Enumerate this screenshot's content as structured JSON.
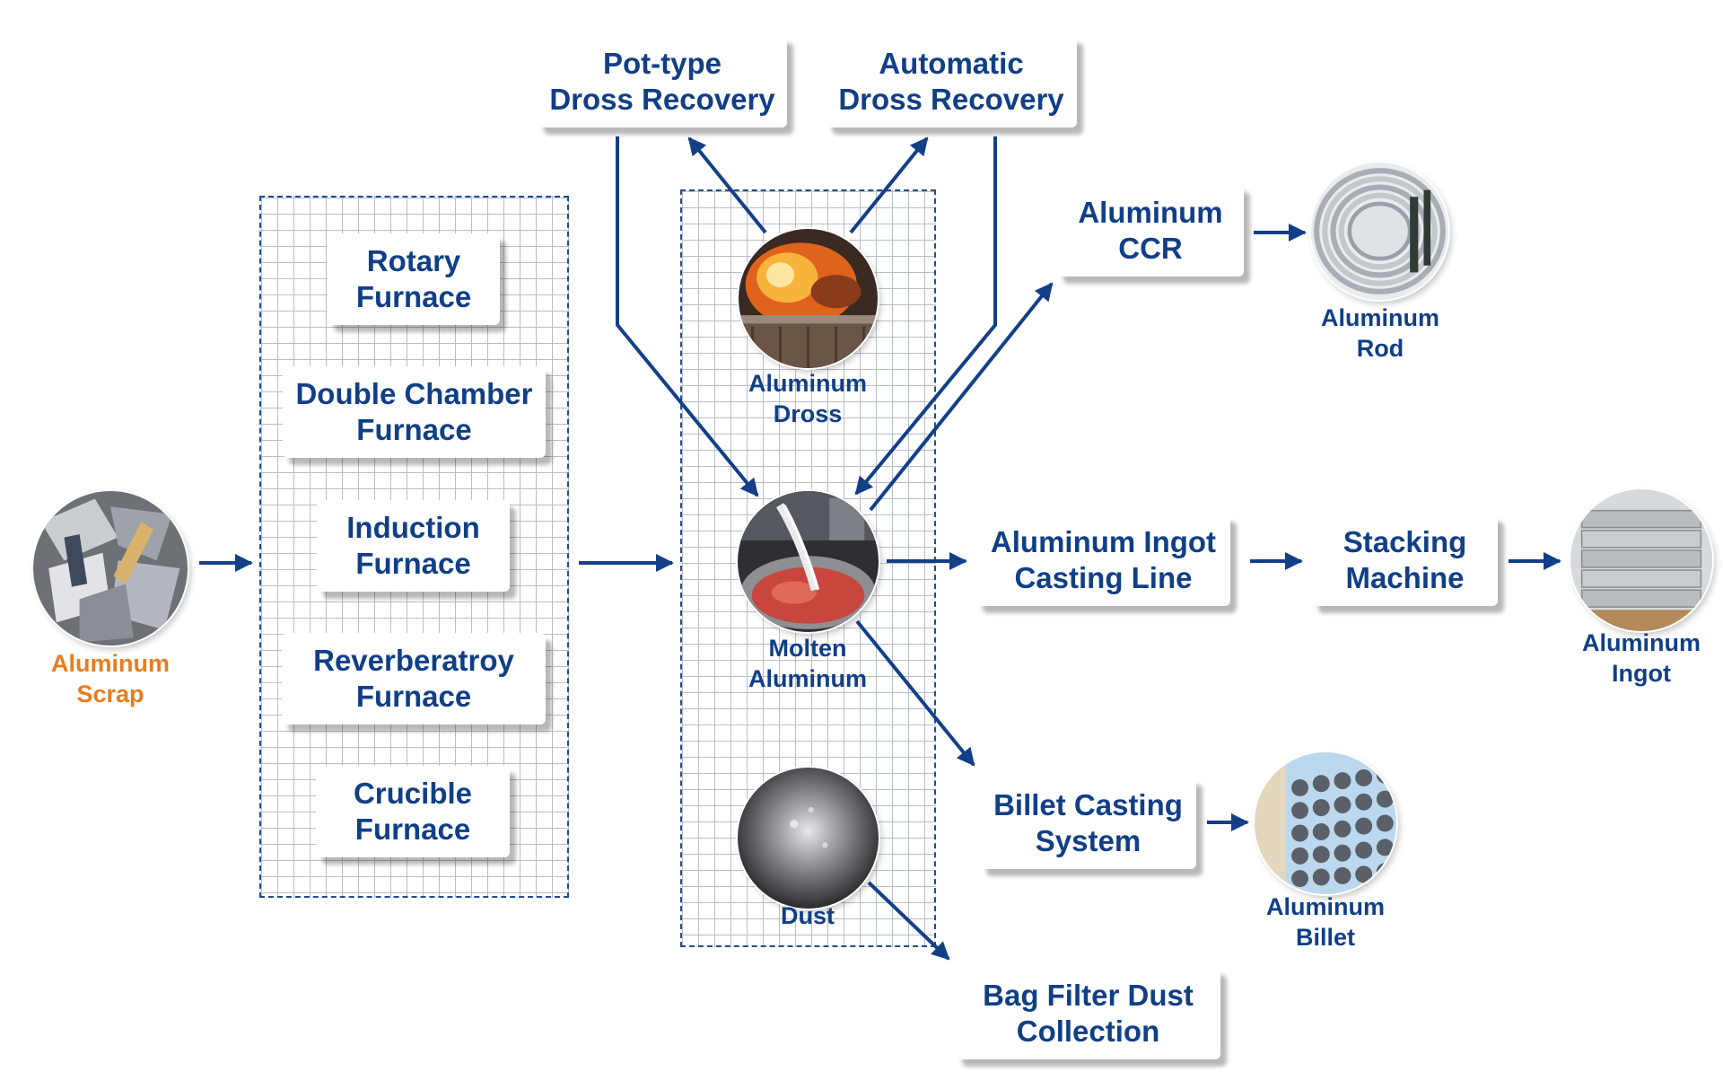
{
  "colors": {
    "text_primary": "#103f86",
    "text_accent": "#e87d1e",
    "arrow": "#123f87",
    "grid_border": "#1f4e8c"
  },
  "input": {
    "label_line1": "Aluminum",
    "label_line2": "Scrap",
    "icon": "aluminum-scrap-photo"
  },
  "furnaces": [
    {
      "line1": "Rotary",
      "line2": "Furnace"
    },
    {
      "line1": "Double Chamber",
      "line2": "Furnace"
    },
    {
      "line1": "Induction",
      "line2": "Furnace"
    },
    {
      "line1": "Reverberatroy",
      "line2": "Furnace"
    },
    {
      "line1": "Crucible",
      "line2": "Furnace"
    }
  ],
  "recovery": {
    "pot_type": {
      "line1": "Pot-type",
      "line2": "Dross Recovery"
    },
    "automatic": {
      "line1": "Automatic",
      "line2": "Dross Recovery"
    }
  },
  "materials": {
    "dross": {
      "line1": "Aluminum",
      "line2": "Dross",
      "icon": "aluminum-dross-photo"
    },
    "molten": {
      "line1": "Molten",
      "line2": "Aluminum",
      "icon": "molten-aluminum-photo"
    },
    "dust": {
      "line1": "Dust",
      "icon": "dust-photo"
    }
  },
  "processes": {
    "ccr": {
      "line1": "Aluminum",
      "line2": "CCR"
    },
    "ingot_line": {
      "line1": "Aluminum Ingot",
      "line2": "Casting Line"
    },
    "stacking": {
      "line1": "Stacking",
      "line2": "Machine"
    },
    "billet": {
      "line1": "Billet Casting",
      "line2": "System"
    },
    "bag_filter": {
      "line1": "Bag Filter Dust",
      "line2": "Collection"
    }
  },
  "products": {
    "rod": {
      "line1": "Aluminum",
      "line2": "Rod",
      "icon": "aluminum-rod-photo"
    },
    "ingot": {
      "line1": "Aluminum",
      "line2": "Ingot",
      "icon": "aluminum-ingot-photo"
    },
    "billet": {
      "line1": "Aluminum",
      "line2": "Billet",
      "icon": "aluminum-billet-photo"
    }
  }
}
